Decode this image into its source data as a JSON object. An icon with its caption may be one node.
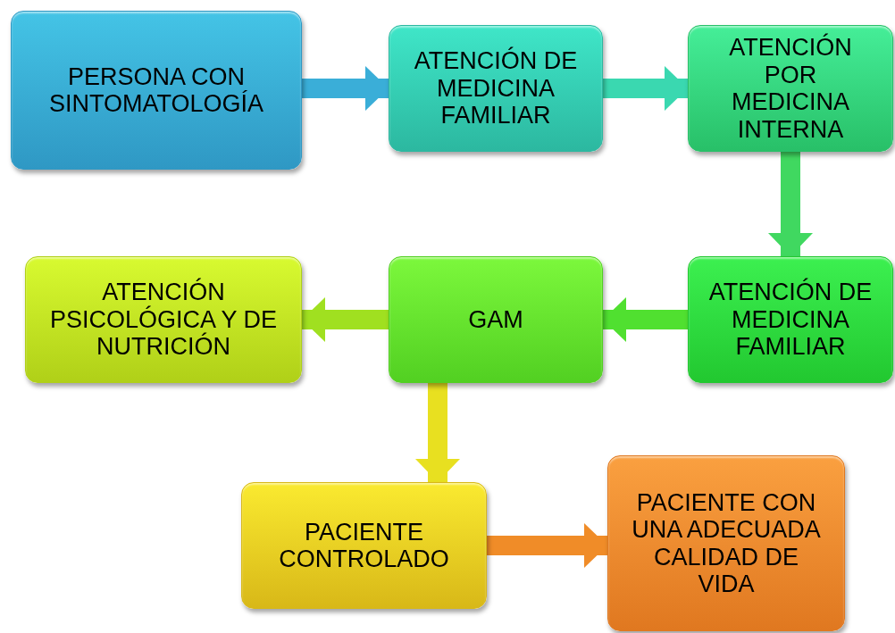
{
  "diagram": {
    "nodes": [
      {
        "text": [
          "PERSONA CON SINTOMATOLOGÍA"
        ]
      },
      {
        "text": [
          "ATENCIÓN DE MEDICINA FAMILIAR"
        ]
      },
      {
        "text": [
          "ATENCIÓN POR MEDICINA INTERNA"
        ]
      },
      {
        "text": [
          "ATENCIÓN DE MEDICINA FAMILIAR"
        ]
      },
      {
        "text": [
          "GAM"
        ]
      },
      {
        "text": [
          "ATENCIÓN PSICOLÓGICA Y DE NUTRICIÓN"
        ]
      },
      {
        "text": [
          "PACIENTE CONTROLADO"
        ]
      },
      {
        "text": [
          "PACIENTE CON UNA ADECUADA CALIDAD DE VIDA"
        ]
      }
    ],
    "edges": [
      {
        "from": 0,
        "to": 1,
        "arrow": "to",
        "color": "#3aaed8"
      },
      {
        "from": 1,
        "to": 2,
        "arrow": "to",
        "color": "#3ad8b0"
      },
      {
        "from": 2,
        "to": 3,
        "arrow": "to",
        "color": "#40d860"
      },
      {
        "from": 3,
        "to": 4,
        "arrow": "to",
        "color": "#50e030"
      },
      {
        "from": 4,
        "to": 5,
        "arrow": "to",
        "color": "#a0e020"
      },
      {
        "from": 4,
        "to": 6,
        "arrow": "to",
        "color": "#e8e020"
      },
      {
        "from": 6,
        "to": 7,
        "arrow": "to",
        "color": "#f08c28"
      }
    ]
  }
}
